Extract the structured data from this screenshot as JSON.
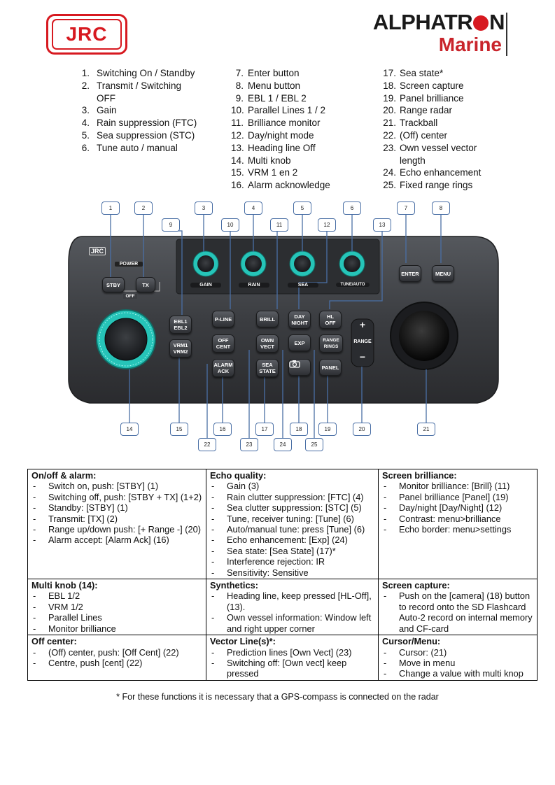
{
  "logos": {
    "jrc": "JRC",
    "alphatron_pre": "ALPHATR",
    "alphatron_post": "N",
    "marine": "Marine"
  },
  "legend": {
    "col1": [
      {
        "n": "1.",
        "t": "Switching On / Standby"
      },
      {
        "n": "2.",
        "t": "Transmit / Switching OFF"
      },
      {
        "n": "3.",
        "t": "Gain"
      },
      {
        "n": "4.",
        "t": "Rain suppression (FTC)"
      },
      {
        "n": "5.",
        "t": "Sea suppression (STC)"
      },
      {
        "n": "6.",
        "t": "Tune auto / manual"
      }
    ],
    "col2": [
      {
        "n": "7.",
        "t": "Enter button"
      },
      {
        "n": "8.",
        "t": "Menu button"
      },
      {
        "n": "9.",
        "t": "EBL 1 / EBL 2"
      },
      {
        "n": "10.",
        "t": "Parallel Lines 1 / 2"
      },
      {
        "n": "11.",
        "t": "Brilliance monitor"
      },
      {
        "n": "12.",
        "t": "Day/night mode"
      },
      {
        "n": "13.",
        "t": "Heading line Off"
      },
      {
        "n": "14.",
        "t": "Multi knob"
      },
      {
        "n": "15.",
        "t": "VRM 1 en 2"
      },
      {
        "n": "16.",
        "t": "Alarm acknowledge"
      }
    ],
    "col3": [
      {
        "n": "17.",
        "t": "Sea state*"
      },
      {
        "n": "18.",
        "t": "Screen capture"
      },
      {
        "n": "19.",
        "t": "Panel brilliance"
      },
      {
        "n": "20.",
        "t": "Range radar"
      },
      {
        "n": "21.",
        "t": "Trackball"
      },
      {
        "n": "22.",
        "t": "(Off) center"
      },
      {
        "n": "23.",
        "t": "Own vessel vector length"
      },
      {
        "n": "24.",
        "t": "Echo enhancement"
      },
      {
        "n": "25.",
        "t": "Fixed range rings"
      }
    ]
  },
  "panel": {
    "brand": "JRC",
    "power_label": "POWER",
    "off_label": "OFF",
    "knob_labels": [
      "GAIN",
      "RAIN",
      "SEA",
      "TUNE/AUTO"
    ],
    "buttons": {
      "stby": "STBY",
      "tx": "TX",
      "enter": "ENTER",
      "menu": "MENU",
      "ebl1": "EBL1",
      "ebl2": "EBL2",
      "vrm1": "VRM1",
      "vrm2": "VRM2",
      "pline": "P-LINE",
      "off": "OFF",
      "cent": "CENT",
      "alarm": "ALARM",
      "ack": "ACK",
      "brill": "BRILL",
      "own": "OWN",
      "vect": "VECT",
      "sea": "SEA",
      "state": "STATE",
      "day": "DAY",
      "night": "NIGHT",
      "exp": "EXP",
      "hl": "HL",
      "hloff": "OFF",
      "range_rings_1": "RANGE",
      "range_rings_2": "RINGS",
      "panel": "PANEL",
      "range": "RANGE",
      "plus": "+",
      "minus": "−"
    },
    "callouts": [
      "1",
      "2",
      "3",
      "4",
      "5",
      "6",
      "7",
      "8",
      "9",
      "10",
      "11",
      "12",
      "13",
      "14",
      "15",
      "16",
      "17",
      "18",
      "19",
      "20",
      "21",
      "22",
      "23",
      "24",
      "25"
    ]
  },
  "table": {
    "r1": {
      "a": {
        "title": "On/off & alarm:",
        "items": [
          "Switch on, push: [STBY] (1)",
          "Switching off, push: [STBY + TX] (1+2)",
          "Standby: [STBY] (1)",
          "Transmit: [TX] (2)",
          "Range up/down push: [+ Range -] (20)",
          "Alarm accept: [Alarm Ack] (16)"
        ]
      },
      "b": {
        "title": "Echo quality:",
        "items": [
          "Gain (3)",
          "Rain clutter suppression: [FTC] (4)",
          "Sea clutter suppression: [STC] (5)",
          "Tune, receiver tuning: [Tune] (6)",
          "Auto/manual tune: press [Tune] (6)",
          "Echo enhancement: [Exp] (24)",
          "Sea state: [Sea State] (17)*",
          "Interference rejection: IR",
          "Sensitivity: Sensitive"
        ]
      },
      "c": {
        "title": "Screen brilliance:",
        "items": [
          "Monitor brilliance: [Brill} (11)",
          "Panel brilliance [Panel] (19)",
          "Day/night [Day/Night] (12)",
          "Contrast: menu>brilliance",
          "Echo border: menu>settings"
        ]
      }
    },
    "r2": {
      "a": {
        "title": "Multi knob (14):",
        "items": [
          "EBL 1/2",
          "VRM 1/2",
          "Parallel Lines",
          "Monitor brilliance"
        ]
      },
      "b": {
        "title": "Synthetics:",
        "items": [
          "Heading line, keep pressed [HL-Off], (13).",
          "Own vessel information: Window left and right upper corner"
        ]
      },
      "c": {
        "title": "Screen capture:",
        "items": [
          "Push on the  [camera] (18) button to record onto the SD Flashcard"
        ],
        "cont": "Auto-2 record on internal memory and CF-card"
      }
    },
    "r3": {
      "a": {
        "title": "Off center:",
        "items": [
          "(Off) center, push: [Off Cent] (22)",
          "Centre, push [cent] (22)"
        ]
      },
      "b": {
        "title": "Vector Line(s)*:",
        "items": [
          "Prediction lines [Own Vect] (23)",
          "Switching off: [Own vect] keep pressed"
        ]
      },
      "c": {
        "title": "Cursor/Menu:",
        "items": [
          "Cursor: (21)",
          "Move in menu",
          "Change a value with multi knop"
        ]
      }
    }
  },
  "footnote": "* For these functions it is necessary that a GPS-compass is connected on the radar",
  "colors": {
    "jrc_red": "#d71920",
    "marine_red": "#c9242b",
    "panel_dark": "#3a3c40",
    "knob_teal": "#26c4b8",
    "callout_border": "#4a6fa5"
  }
}
